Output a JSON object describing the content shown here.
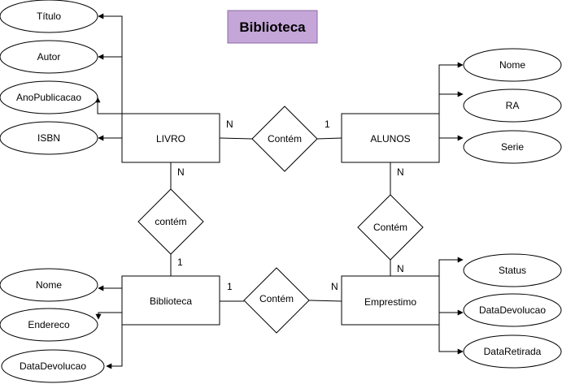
{
  "title": {
    "text": "Biblioteca",
    "fill": "#c5a6d8",
    "stroke": "#8a6aa6"
  },
  "entities": {
    "livro": "LIVRO",
    "alunos": "ALUNOS",
    "biblioteca": "Biblioteca",
    "emprestimo": "Emprestimo"
  },
  "relationships": {
    "livro_alunos": "Contém",
    "livro_biblioteca": "contém",
    "alunos_emprestimo": "Contém",
    "biblioteca_emprestimo": "Contém"
  },
  "attributes": {
    "livro": [
      "Título",
      "Autor",
      "AnoPublicacao",
      "ISBN"
    ],
    "alunos": [
      "Nome",
      "RA",
      "Serie"
    ],
    "biblioteca": [
      "Nome",
      "Endereco",
      "DataDevolucao"
    ],
    "emprestimo": [
      "Status",
      "DataDevolucao",
      "DataRetirada"
    ]
  },
  "cardinalities": {
    "livro_to_alunos": "N",
    "alunos_from_livro": "1",
    "livro_to_biblioteca": "N",
    "biblioteca_from_livro": "1",
    "alunos_to_emprestimo": "N",
    "emprestimo_from_alunos": "N",
    "biblioteca_to_emprestimo": "1",
    "emprestimo_from_biblioteca": "N"
  }
}
